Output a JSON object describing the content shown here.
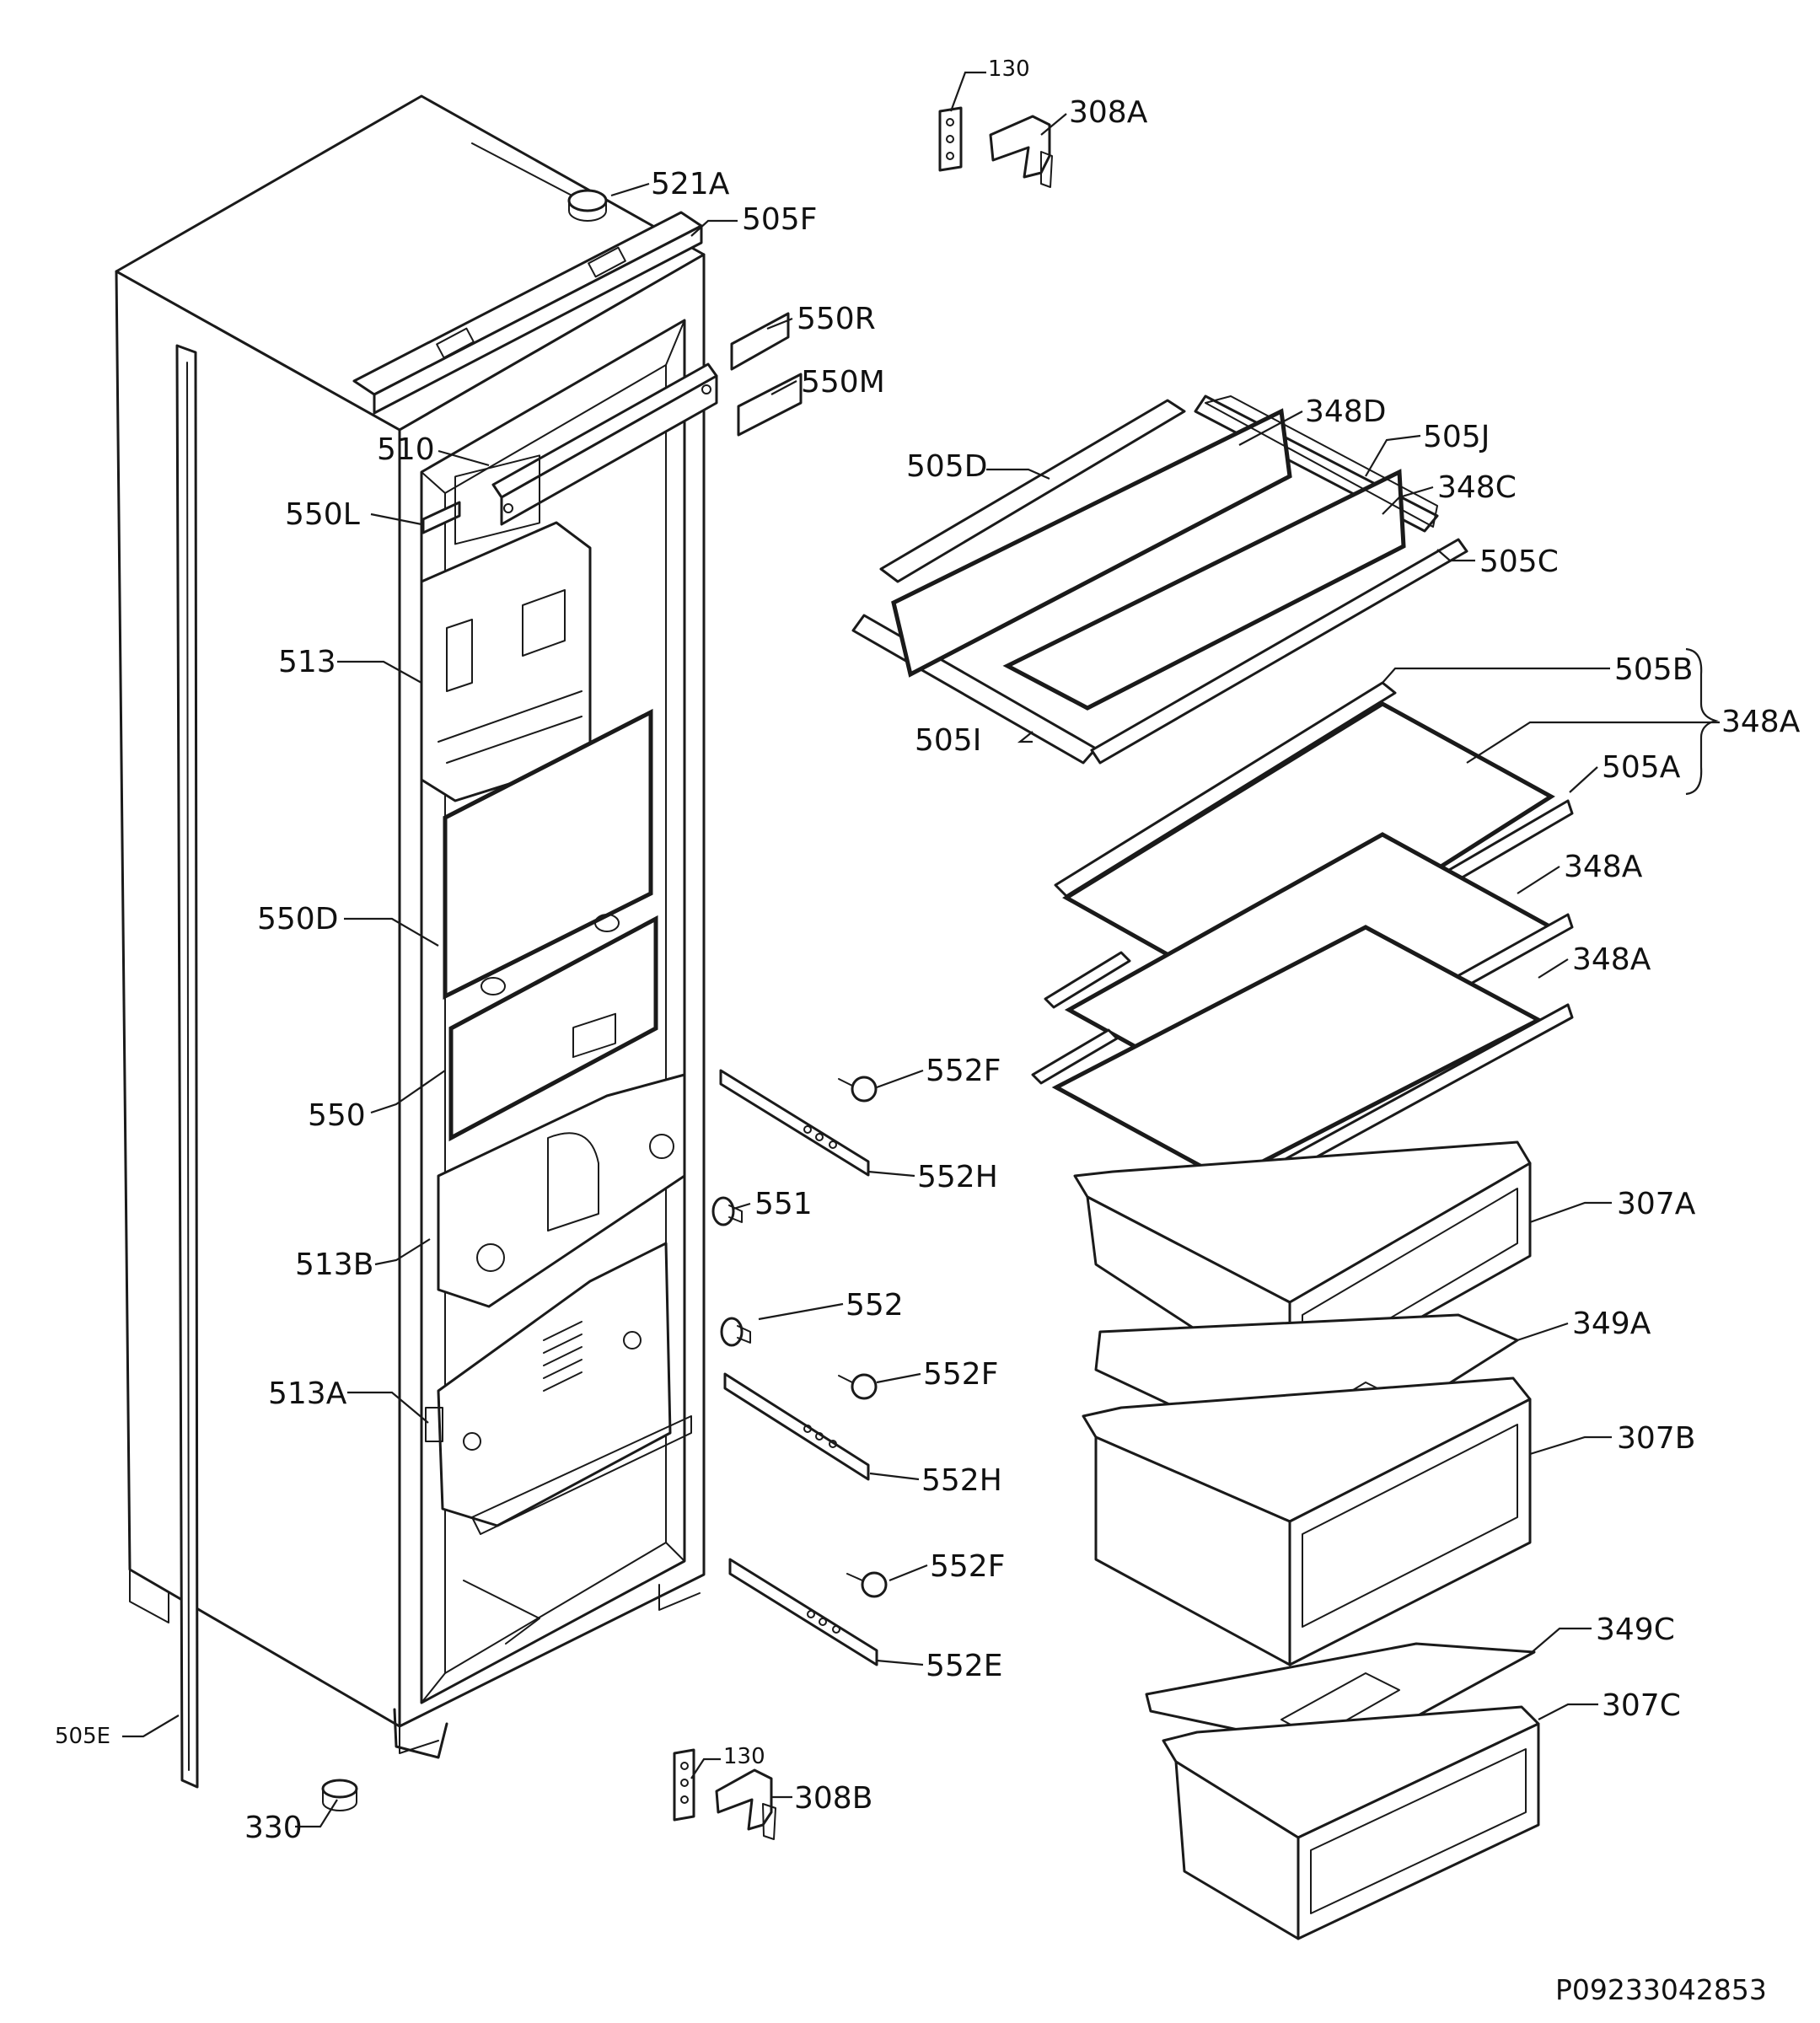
{
  "diagram": {
    "drawing_code": "P09233042853",
    "labels": {
      "l130a": "130",
      "l308a": "308A",
      "l521a": "521A",
      "l505f": "505F",
      "l550r": "550R",
      "l550m": "550M",
      "l510": "510",
      "l550l": "550L",
      "l513": "513",
      "l550d": "550D",
      "l550": "550",
      "l513b": "513B",
      "l513a": "513A",
      "l505e": "505E",
      "l330": "330",
      "l130b": "130",
      "l308b": "308B",
      "l552f1": "552F",
      "l552h1": "552H",
      "l551": "551",
      "l552": "552",
      "l552f2": "552F",
      "l552h2": "552H",
      "l552f3": "552F",
      "l552e": "552E",
      "l348d": "348D",
      "l505j": "505J",
      "l505d": "505D",
      "l348c": "348C",
      "l505c": "505C",
      "l505b": "505B",
      "l348a_group": "348A",
      "l505i": "505I",
      "l505a": "505A",
      "l348a_2": "348A",
      "l348a_3": "348A",
      "l307a": "307A",
      "l349a": "349A",
      "l307b": "307B",
      "l349c": "349C",
      "l307c": "307C"
    }
  }
}
